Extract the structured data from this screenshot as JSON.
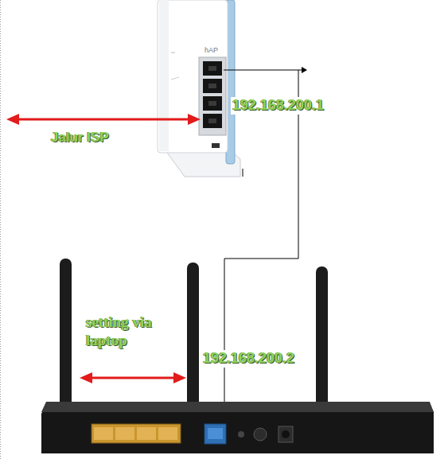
{
  "diagram": {
    "labels": [
      "hAP",
      "192.168.200.1",
      "Jalur ISP",
      "setting via laptop",
      "192.168.200.2"
    ]
  }
}
